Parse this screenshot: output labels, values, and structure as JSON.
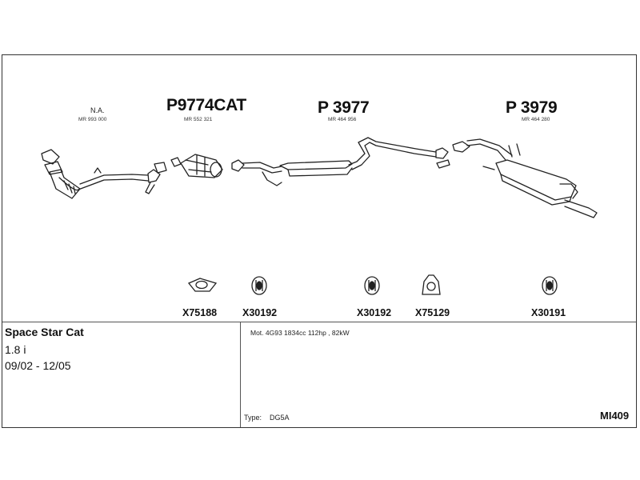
{
  "parts": [
    {
      "number": "N.A.",
      "oem": "MR 993 000"
    },
    {
      "number": "P9774CAT",
      "oem": "MR 552 321"
    },
    {
      "number": "P 3977",
      "oem": "MR 464 956"
    },
    {
      "number": "P 3979",
      "oem": "MR 464 280"
    }
  ],
  "fittings": [
    "X75188",
    "X30192",
    "X30192",
    "X75129",
    "X30191"
  ],
  "vehicle": {
    "model": "Space Star Cat",
    "engine": "1.8 i",
    "years": "09/02 - 12/05"
  },
  "motor": "Mot. 4G93 1834cc 112hp , 82kW",
  "type_label": "Type:",
  "type_value": "DG5A",
  "catalog_code": "MI409"
}
